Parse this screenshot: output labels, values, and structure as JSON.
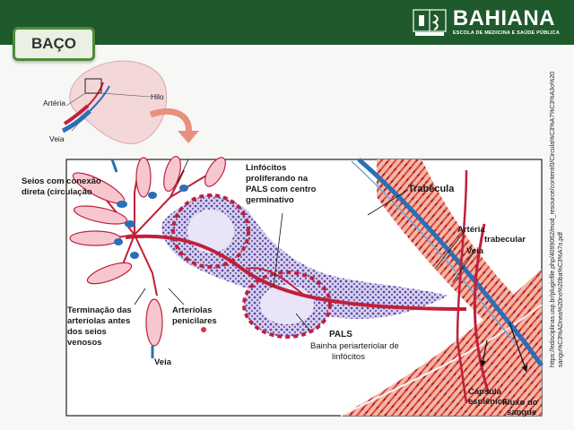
{
  "header": {
    "brand_name": "BAHIANA",
    "brand_subtitle": "ESCOLA DE MEDICINA E SAÚDE PÚBLICA",
    "brand_color": "#1f5a2c"
  },
  "slide": {
    "title": "BAÇO"
  },
  "inset": {
    "artery_label": "Artéria",
    "vein_label": "Veia",
    "hilum_label": "Hilo"
  },
  "diagram": {
    "sinuses_label": [
      "Seios com conexão",
      "direta (circulação"
    ],
    "lymphocytes_label": [
      "Linfócitos",
      "proliferando na",
      "PALS com centro",
      "germinativo"
    ],
    "trabecula_label": "Trabécula",
    "trabecular_artery_label": [
      "Artéria",
      "trabecular"
    ],
    "vein_right_label": "Veia",
    "arteriole_endings_label": [
      "Terminação das",
      "arteríolas antes",
      "dos seios",
      "venosos"
    ],
    "penicillar_label": [
      "Arteríolas",
      "penicilares"
    ],
    "vein_bottom_label": "Veia",
    "pals_label": "PALS",
    "pals_desc_label": [
      "Bainha periarteriolar de",
      "linfócitos"
    ],
    "capsule_label": [
      "Cápsula",
      "esplênica"
    ],
    "flow_label": [
      "Fluxo do",
      "sangue"
    ]
  },
  "source_url": "https://edisciplinas.usp.br/pluginfile.php/4099062/mod_resource/content/0/Circula%C3%A7%C3%A3o%20sangu%C3%ADnea%20no%20ba%C3%A7o.pdf",
  "colors": {
    "artery_red": "#c0203a",
    "vein_blue": "#2a6fb8",
    "lymphocyte_purple": "#5d4ba6",
    "tissue_red": "#e0463a"
  }
}
